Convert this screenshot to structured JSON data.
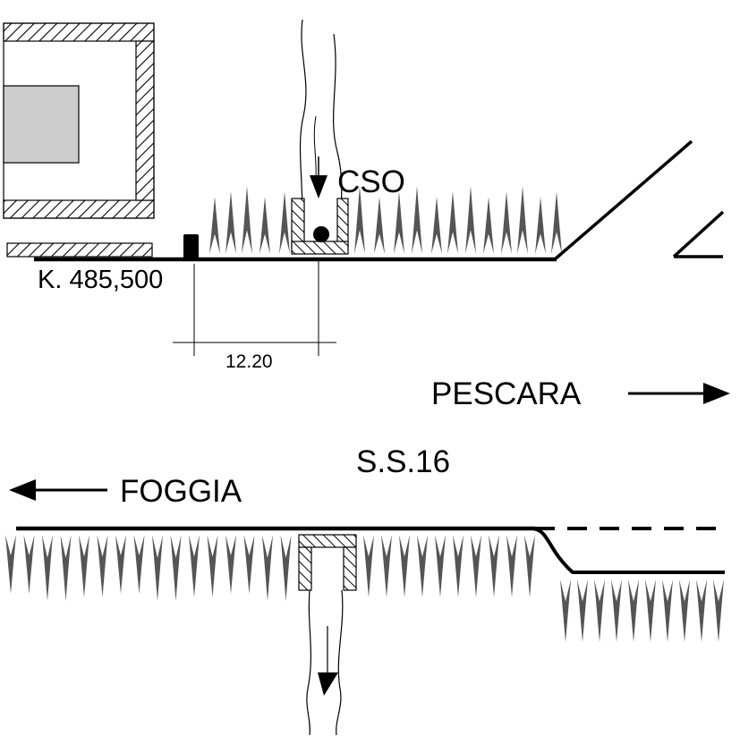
{
  "labels": {
    "cso": "CSO",
    "km": "K. 485,500",
    "dimension": "12.20",
    "pescara": "PESCARA",
    "road": "S.S.16",
    "foggia": "FOGGIA"
  },
  "colors": {
    "ink": "#000000",
    "vegetation": "#555555",
    "building_fill": "#cccccc",
    "paper": "#ffffff"
  },
  "icons": {
    "direction_pescara": "arrow-right-icon",
    "direction_foggia": "arrow-left-icon",
    "flow_direction": "arrow-down-icon",
    "vegetation": "grass-spike-icon",
    "manhole": "filled-circle-icon"
  }
}
